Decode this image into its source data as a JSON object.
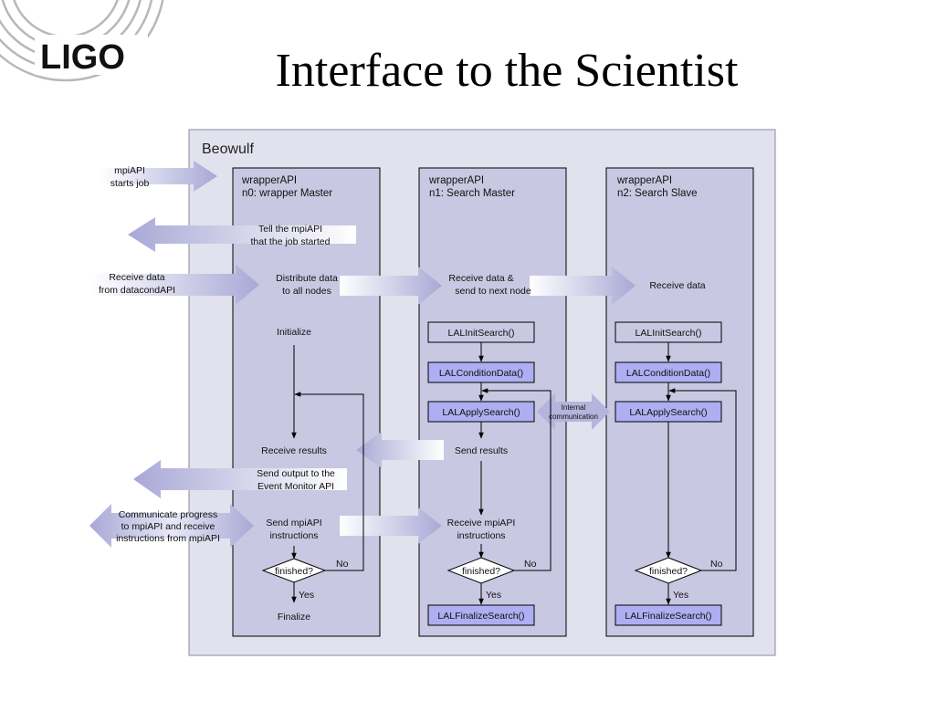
{
  "logo": {
    "text": "LIGO"
  },
  "title": "Interface to the Scientist",
  "diagram": {
    "container_label": "Beowulf",
    "columns": [
      {
        "line1": "wrapperAPI",
        "line2": "n0: wrapper Master"
      },
      {
        "line1": "wrapperAPI",
        "line2": "n1: Search Master"
      },
      {
        "line1": "wrapperAPI",
        "line2": "n2: Search Slave"
      }
    ],
    "external": {
      "starts_job": [
        "mpiAPI",
        "starts job"
      ],
      "receive_data": [
        "Receive data",
        "from datacondAPI"
      ],
      "communicate": [
        "Communicate progress",
        "to mpiAPI and receive",
        "instructions from mpiAPI"
      ]
    },
    "master": {
      "tell_mpi": [
        "Tell the mpiAPI",
        "that the job started"
      ],
      "distribute": [
        "Distribute data",
        "to all nodes"
      ],
      "initialize": "Initialize",
      "receive_results": "Receive results",
      "send_output": [
        "Send output to the",
        "Event Monitor API"
      ],
      "send_mpi": [
        "Send mpiAPI",
        "instructions"
      ],
      "finished": "finished?",
      "no": "No",
      "yes": "Yes",
      "finalize": "Finalize"
    },
    "search_master": {
      "receive_send": [
        "Receive data &",
        "send to next node"
      ],
      "init": "LALInitSearch()",
      "condition": "LALConditionData()",
      "apply": "LALApplySearch()",
      "send_results": "Send results",
      "receive_mpi": [
        "Receive mpiAPI",
        "instructions"
      ],
      "finished": "finished?",
      "no": "No",
      "yes": "Yes",
      "finalize": "LALFinalizeSearch()"
    },
    "internal_comm": [
      "Internal",
      "communication"
    ],
    "search_slave": {
      "receive": "Receive data",
      "init": "LALInitSearch()",
      "condition": "LALConditionData()",
      "apply": "LALApplySearch()",
      "finished": "finished?",
      "no": "No",
      "yes": "Yes",
      "finalize": "LALFinalizeSearch()"
    },
    "colors": {
      "container_fill": "#e2e2ee",
      "column_fill": "#c8c8e2",
      "lal_fill": "#aeaef2",
      "arrow": "#b4b4dc"
    }
  }
}
